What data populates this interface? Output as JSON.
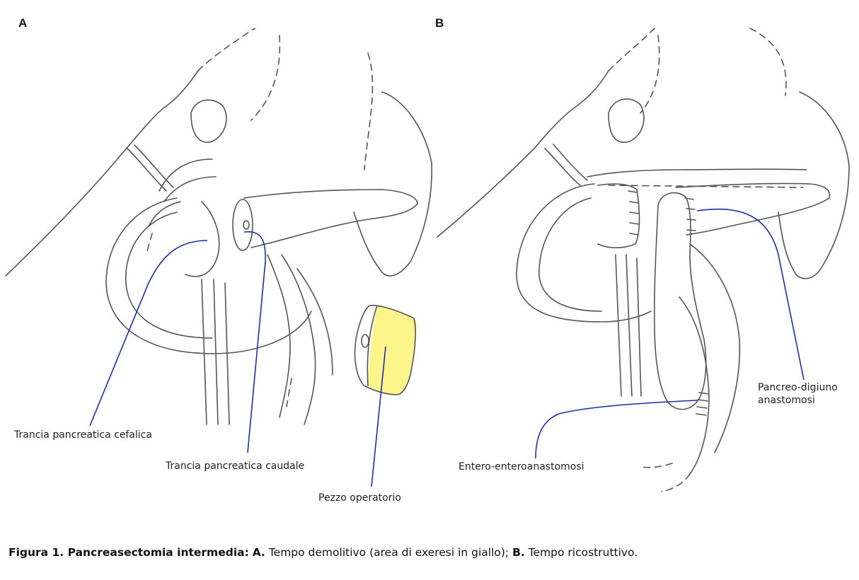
{
  "panels": {
    "a": {
      "letter": "A",
      "labels": {
        "cephalic": "Trancia pancreatica cefalica",
        "caudal": "Trancia pancreatica caudale",
        "specimen": "Pezzo operatorio"
      }
    },
    "b": {
      "letter": "B",
      "labels": {
        "pj_line1": "Pancreo-digiuno",
        "pj_line2": "anastomosi",
        "ee": "Entero-enteroanastomosi"
      }
    }
  },
  "caption": {
    "figure": "Figura 1. Pancreasectomia intermedia:",
    "a_letter": "A.",
    "a_text": " Tempo demolitivo (area di exeresi in giallo); ",
    "b_letter": "B.",
    "b_text": " Tempo ricostruttivo."
  },
  "colors": {
    "sketch": "#555555",
    "leader": "#1c2fa8",
    "specimen_fill": "#fbf58c"
  }
}
